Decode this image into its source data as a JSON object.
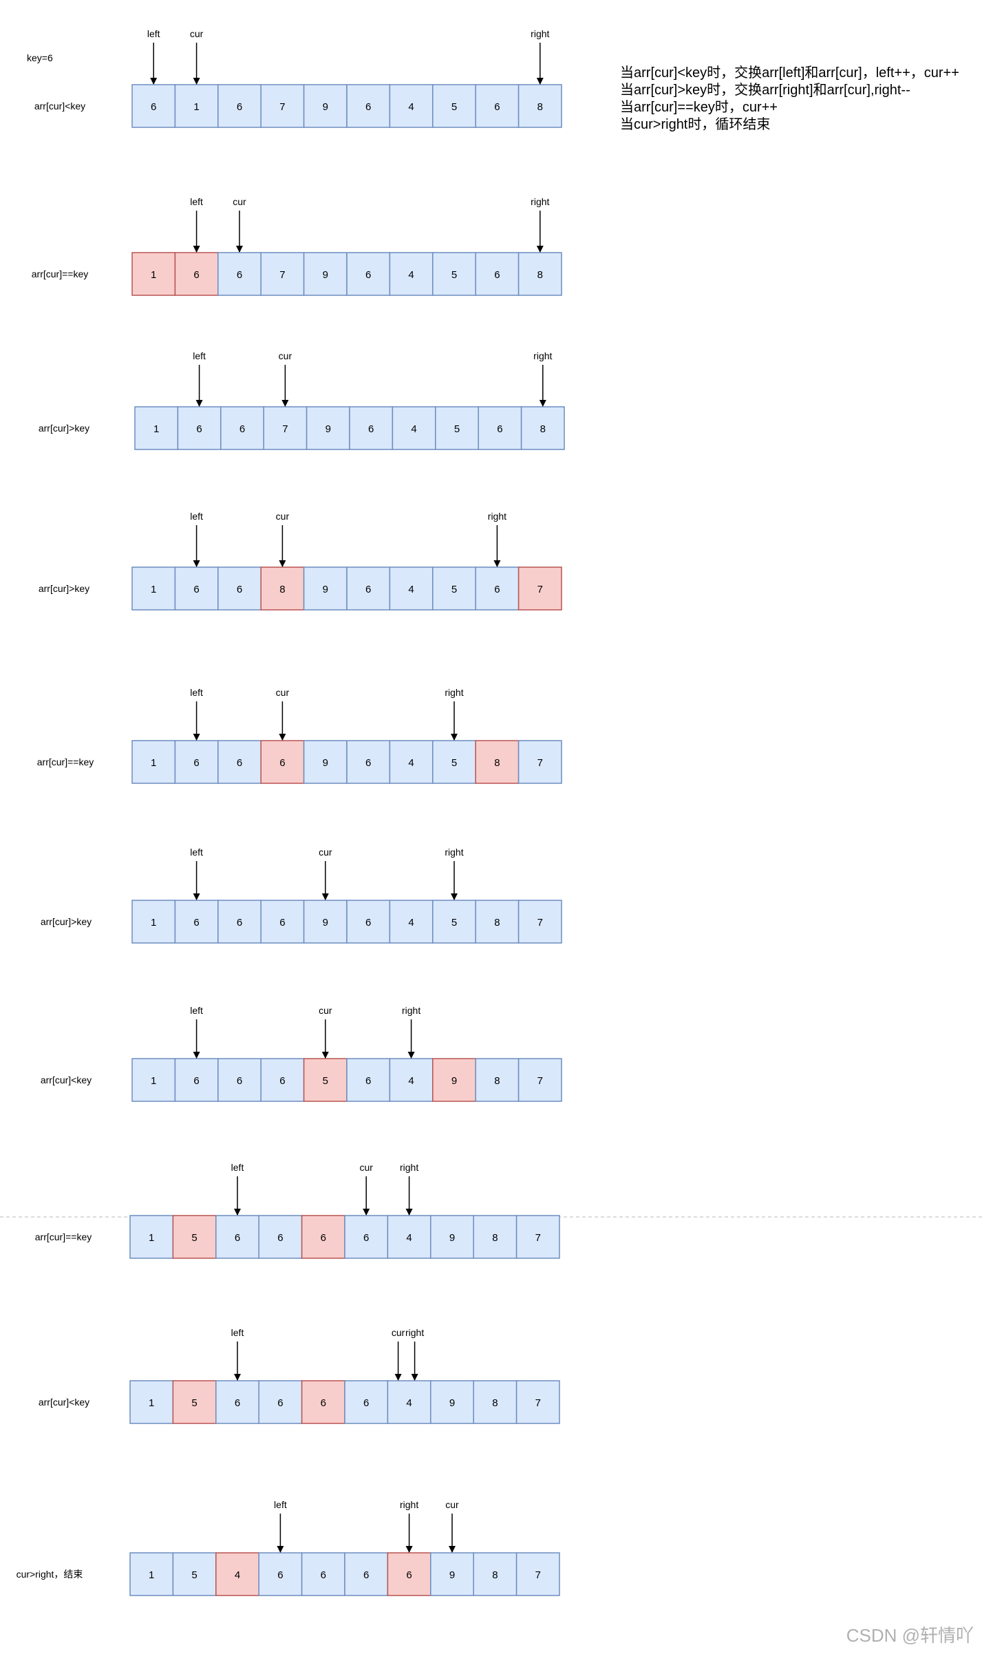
{
  "key_label": "key=6",
  "rules": [
    "当arr[cur]<key时，交换arr[left]和arr[cur]，left++，cur++",
    "当arr[cur]>key时，交换arr[right]和arr[cur],right--",
    "当arr[cur]==key时，cur++",
    "当cur>right时，循环结束"
  ],
  "watermark": "CSDN @轩情吖",
  "colors": {
    "cell_fill": "#dae8fc",
    "cell_stroke": "#6c8ebf",
    "hl_fill": "#f8cecc",
    "hl_stroke": "#b85450"
  },
  "steps": [
    {
      "label": "arr[cur]<key",
      "values": [
        "6",
        "1",
        "6",
        "7",
        "9",
        "6",
        "4",
        "5",
        "6",
        "8"
      ],
      "highlight": [],
      "pointers": [
        [
          "left",
          0
        ],
        [
          "cur",
          1
        ],
        [
          "right",
          9
        ]
      ]
    },
    {
      "label": "arr[cur]==key",
      "values": [
        "1",
        "6",
        "6",
        "7",
        "9",
        "6",
        "4",
        "5",
        "6",
        "8"
      ],
      "highlight": [
        0,
        1
      ],
      "pointers": [
        [
          "left",
          1
        ],
        [
          "cur",
          2
        ],
        [
          "right",
          9
        ]
      ]
    },
    {
      "label": "arr[cur]>key",
      "values": [
        "1",
        "6",
        "6",
        "7",
        "9",
        "6",
        "4",
        "5",
        "6",
        "8"
      ],
      "highlight": [],
      "pointers": [
        [
          "left",
          1
        ],
        [
          "cur",
          3
        ],
        [
          "right",
          9
        ]
      ]
    },
    {
      "label": "arr[cur]>key",
      "values": [
        "1",
        "6",
        "6",
        "8",
        "9",
        "6",
        "4",
        "5",
        "6",
        "7"
      ],
      "highlight": [
        3,
        9
      ],
      "pointers": [
        [
          "left",
          1
        ],
        [
          "cur",
          3
        ],
        [
          "right",
          8
        ]
      ]
    },
    {
      "label": "arr[cur]==key",
      "values": [
        "1",
        "6",
        "6",
        "6",
        "9",
        "6",
        "4",
        "5",
        "8",
        "7"
      ],
      "highlight": [
        3,
        8
      ],
      "pointers": [
        [
          "left",
          1
        ],
        [
          "cur",
          3
        ],
        [
          "right",
          7
        ]
      ]
    },
    {
      "label": "arr[cur]>key",
      "values": [
        "1",
        "6",
        "6",
        "6",
        "9",
        "6",
        "4",
        "5",
        "8",
        "7"
      ],
      "highlight": [],
      "pointers": [
        [
          "left",
          1
        ],
        [
          "cur",
          4
        ],
        [
          "right",
          7
        ]
      ]
    },
    {
      "label": "arr[cur]<key",
      "values": [
        "1",
        "6",
        "6",
        "6",
        "5",
        "6",
        "4",
        "9",
        "8",
        "7"
      ],
      "highlight": [
        4,
        7
      ],
      "pointers": [
        [
          "left",
          1
        ],
        [
          "cur",
          4
        ],
        [
          "right",
          6
        ]
      ]
    },
    {
      "label": "arr[cur]==key",
      "values": [
        "1",
        "5",
        "6",
        "6",
        "6",
        "6",
        "4",
        "9",
        "8",
        "7"
      ],
      "highlight": [
        1,
        4
      ],
      "pointers": [
        [
          "left",
          2
        ],
        [
          "cur",
          5
        ],
        [
          "right",
          6
        ]
      ]
    },
    {
      "label": "arr[cur]<key",
      "values": [
        "1",
        "5",
        "6",
        "6",
        "6",
        "6",
        "4",
        "9",
        "8",
        "7"
      ],
      "highlight": [
        1,
        4
      ],
      "pointers": [
        [
          "left",
          2
        ],
        [
          "cur",
          6
        ],
        [
          "right",
          6
        ]
      ]
    },
    {
      "label": "cur>right，结束",
      "values": [
        "1",
        "5",
        "4",
        "6",
        "6",
        "6",
        "6",
        "9",
        "8",
        "7"
      ],
      "highlight": [
        2,
        6
      ],
      "pointers": [
        [
          "left",
          3
        ],
        [
          "right",
          6
        ],
        [
          "cur",
          7
        ]
      ]
    }
  ]
}
